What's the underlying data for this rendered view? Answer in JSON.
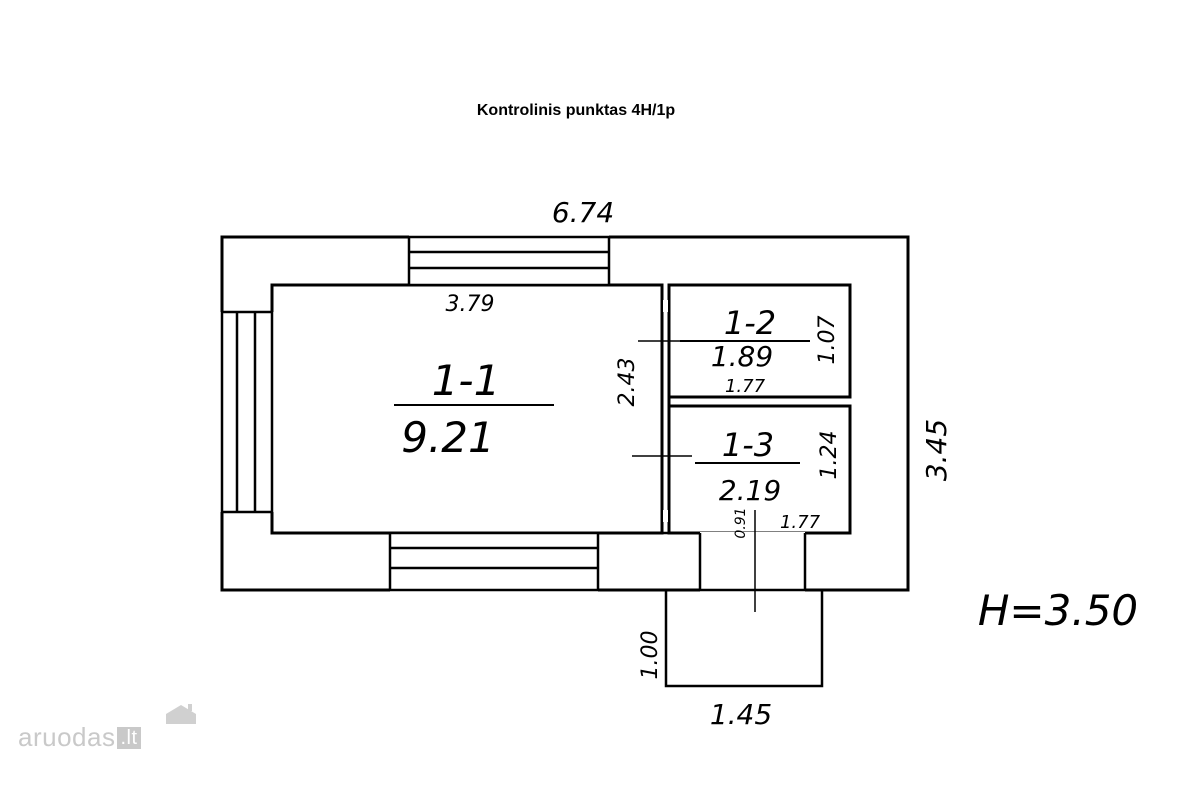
{
  "title": "Kontrolinis punktas 4H/1p",
  "rooms": [
    {
      "id": "1-1",
      "area": "9.21"
    },
    {
      "id": "1-2",
      "area": "1.89"
    },
    {
      "id": "1-3",
      "area": "2.19"
    }
  ],
  "dimensions": {
    "overall_width": "6.74",
    "overall_depth": "3.45",
    "room_1_1_width": "3.79",
    "room_1_1_depth": "2.43",
    "room_1_2_depth": "1.07",
    "room_1_2_width": "1.77",
    "room_1_3_depth": "1.24",
    "room_1_3_width": "1.77",
    "door_width": "0.91",
    "porch_depth": "1.00",
    "porch_width": "1.45"
  },
  "height_label": "H=3.50",
  "watermark": {
    "name": "aruodas",
    "tld": ".lt"
  }
}
